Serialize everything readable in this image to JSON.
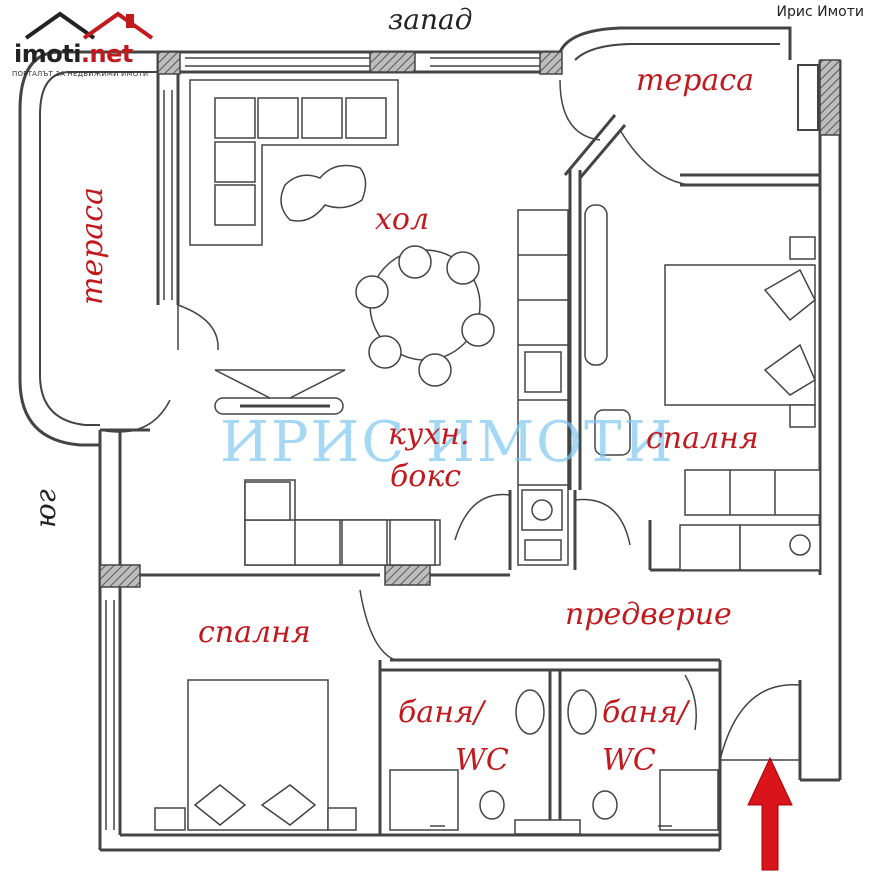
{
  "brand": {
    "logo_text": "imoti",
    "logo_dot_text": ".net",
    "logo_tagline": "ПОРТАЛЪТ ЗА НЕДВИЖИМИ ИМОТИ",
    "agency_name": "Ирис Имоти",
    "watermark": "ИРИС ИМОТИ",
    "accent_color": "#c0191e",
    "watermark_color": "#7fc8f0"
  },
  "directions": {
    "west": "запад",
    "south": "юг"
  },
  "rooms": {
    "terrace_west": "тераса",
    "terrace_south": "тераса",
    "living_room": "хол",
    "kitchen_line1": "кухн.",
    "kitchen_line2": "бокс",
    "bedroom_east": "спалня",
    "bedroom_south": "спалня",
    "hallway": "предверие",
    "bath1_line1": "баня/",
    "bath1_line2": "WC",
    "bath2_line1": "баня/",
    "bath2_line2": "WC"
  },
  "entrance_arrow": {
    "color": "#d9151b",
    "icon": "arrow-up-icon"
  }
}
